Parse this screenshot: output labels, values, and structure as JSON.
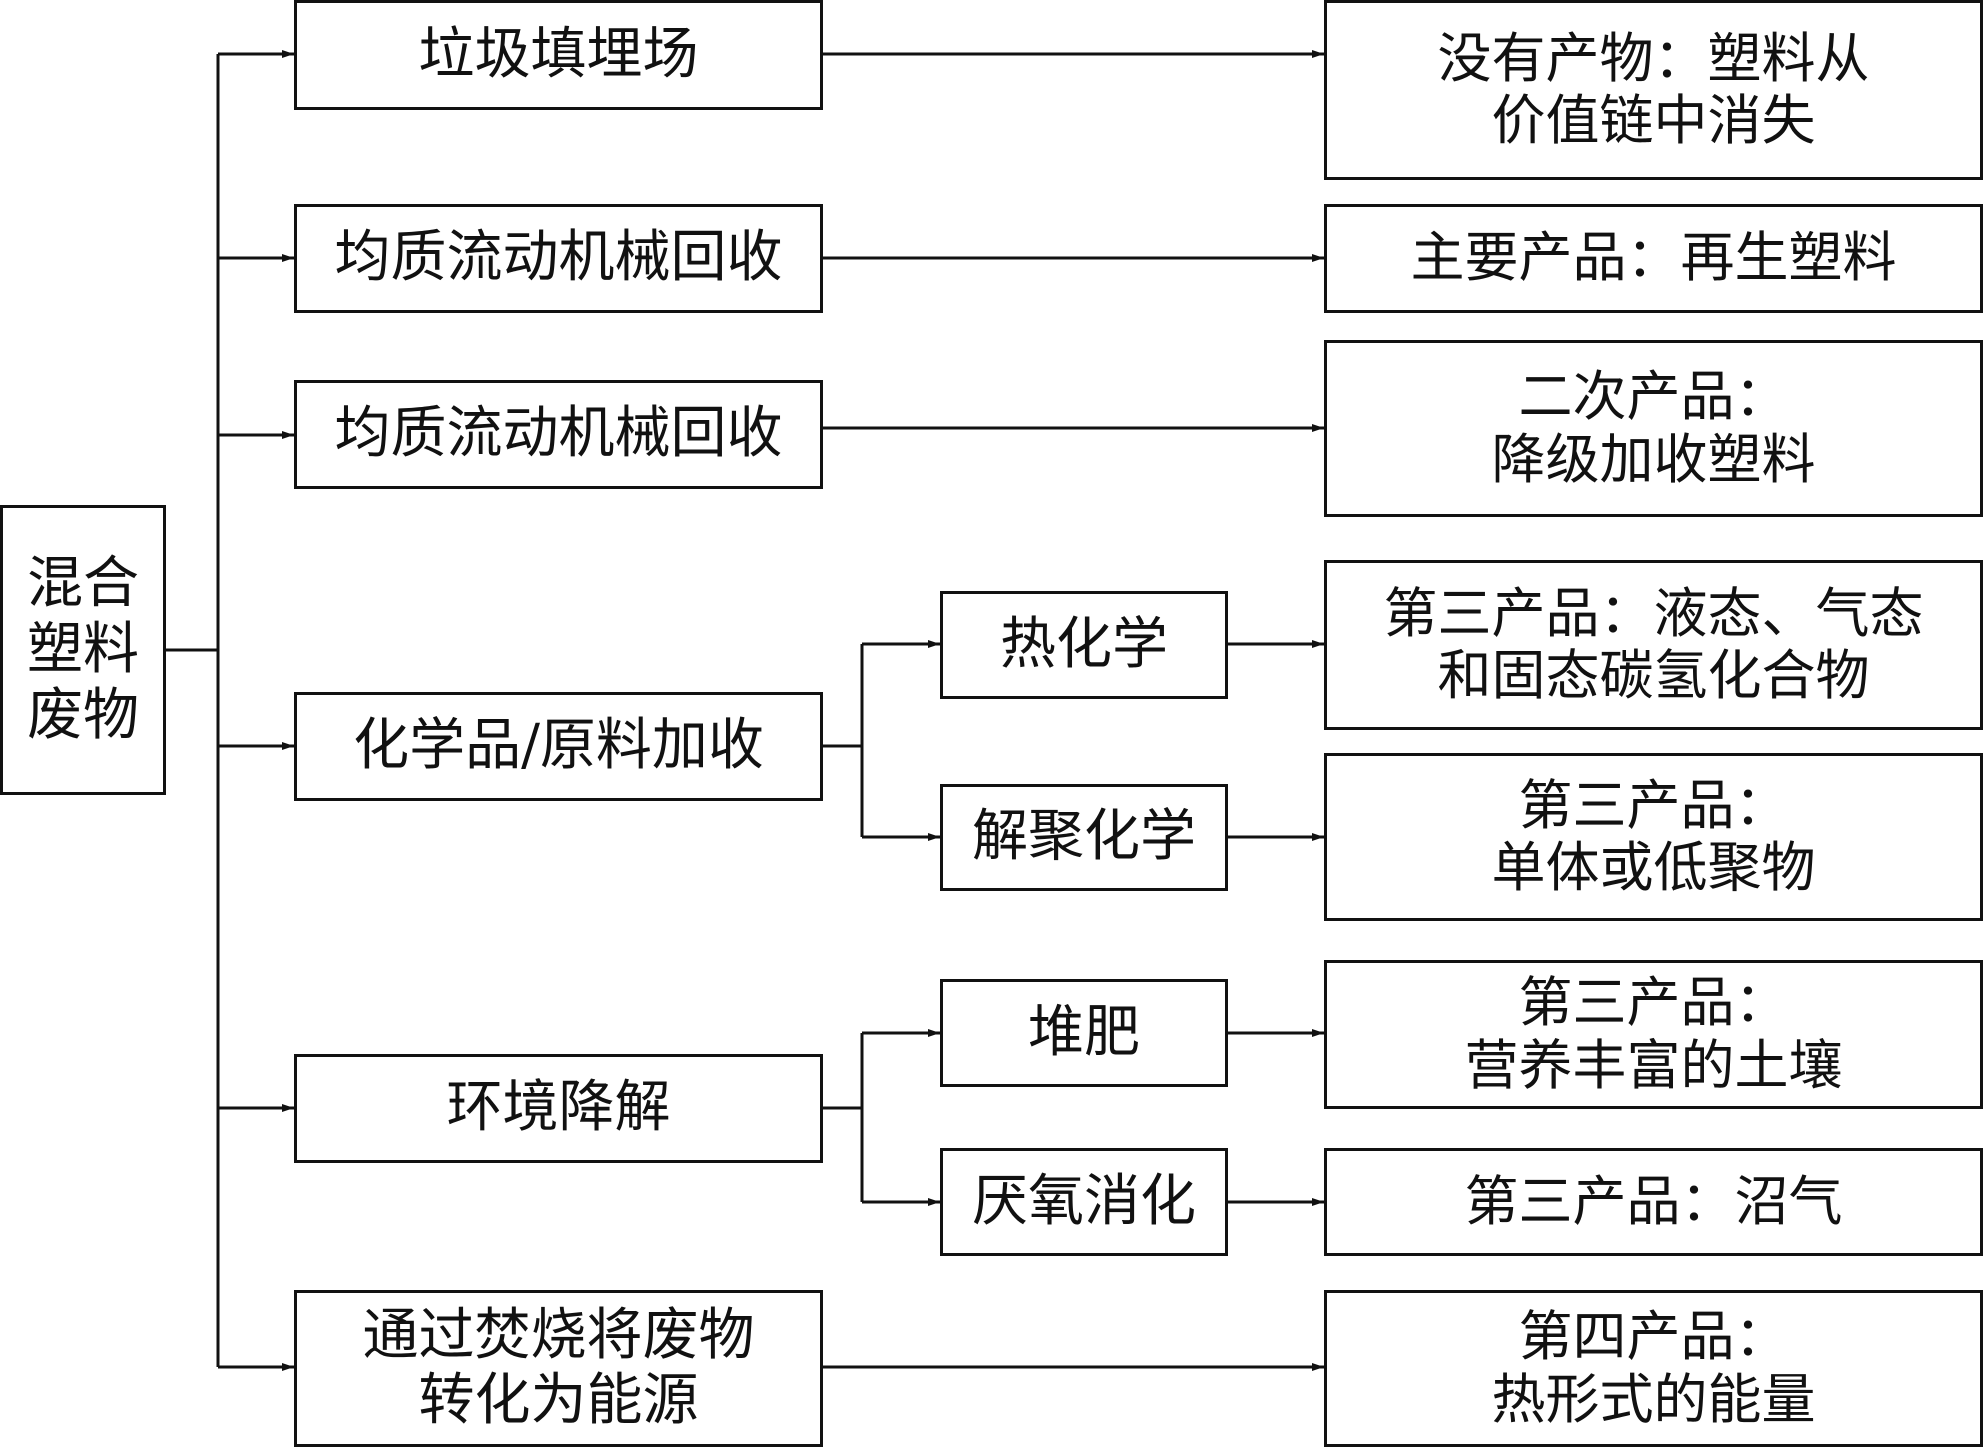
{
  "root": {
    "lines": [
      "混合",
      "塑料",
      "废物"
    ]
  },
  "processes": [
    {
      "id": "landfill",
      "lines": [
        "垃圾填埋场"
      ]
    },
    {
      "id": "mech1",
      "lines": [
        "均质流动机械回收"
      ]
    },
    {
      "id": "mech2",
      "lines": [
        "均质流动机械回收"
      ]
    },
    {
      "id": "chem",
      "lines": [
        "化学品/原料加收"
      ]
    },
    {
      "id": "enviro",
      "lines": [
        "环境降解"
      ]
    },
    {
      "id": "incin",
      "lines": [
        "通过焚烧将废物",
        "转化为能源"
      ]
    }
  ],
  "subprocesses": [
    {
      "id": "thermo",
      "lines": [
        "热化学"
      ]
    },
    {
      "id": "depoly",
      "lines": [
        "解聚化学"
      ]
    },
    {
      "id": "compost",
      "lines": [
        "堆肥"
      ]
    },
    {
      "id": "anaerobic",
      "lines": [
        "厌氧消化"
      ]
    }
  ],
  "results": [
    {
      "id": "r-landfill",
      "lines": [
        "没有产物：塑料从",
        "价值链中消失"
      ]
    },
    {
      "id": "r-mech1",
      "lines": [
        "主要产品：再生塑料"
      ]
    },
    {
      "id": "r-mech2",
      "lines": [
        "二次产品：",
        "降级加收塑料"
      ]
    },
    {
      "id": "r-thermo",
      "lines": [
        "第三产品：液态、气态",
        "和固态碳氢化合物"
      ]
    },
    {
      "id": "r-depoly",
      "lines": [
        "第三产品：",
        "单体或低聚物"
      ]
    },
    {
      "id": "r-compost",
      "lines": [
        "第三产品：",
        "营养丰富的土壤"
      ]
    },
    {
      "id": "r-anaerobic",
      "lines": [
        "第三产品：沼气"
      ]
    },
    {
      "id": "r-incin",
      "lines": [
        "第四产品：",
        "热形式的能量"
      ]
    }
  ]
}
